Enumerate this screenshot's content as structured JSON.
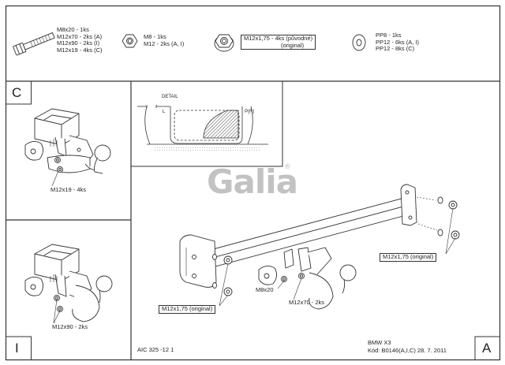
{
  "parts": {
    "bolt": [
      "M8x20 - 1ks",
      "M12x70 - 2ks (A)",
      "M12x90 - 2ks (I)",
      "M12x19 - 4ks (C)"
    ],
    "nut": [
      "M8 - 1ks",
      "M12 - 2ks (A, I)"
    ],
    "flange_nut": [
      "M12x1,75 - 4ks (původné)",
      "(original)"
    ],
    "washer": [
      "PP8 - 1ks",
      "PP12 - 6ks (A, I)",
      "PP12 - 8ks (C)"
    ]
  },
  "panels": {
    "c": {
      "letter": "C",
      "note": "M12x19 - 4ks"
    },
    "i": {
      "letter": "I",
      "note": "M12x90 - 2ks"
    },
    "a": {
      "letter": "A"
    }
  },
  "detail": {
    "title": "DETAIL",
    "left": "L",
    "right": "P(R)"
  },
  "logo": {
    "text": "Galia",
    "mark": "®"
  },
  "callouts": {
    "orig_right": "M12x1,75 (original)",
    "orig_left": "M12x1,75 (original)",
    "m8": "M8x20",
    "m12": "M12x70 - 2ks"
  },
  "footer": {
    "doc": "AIC 325 -12 1",
    "model": "BMW X3",
    "code": "Kód: B0146(A,I,C)  28. 7. 2011"
  }
}
